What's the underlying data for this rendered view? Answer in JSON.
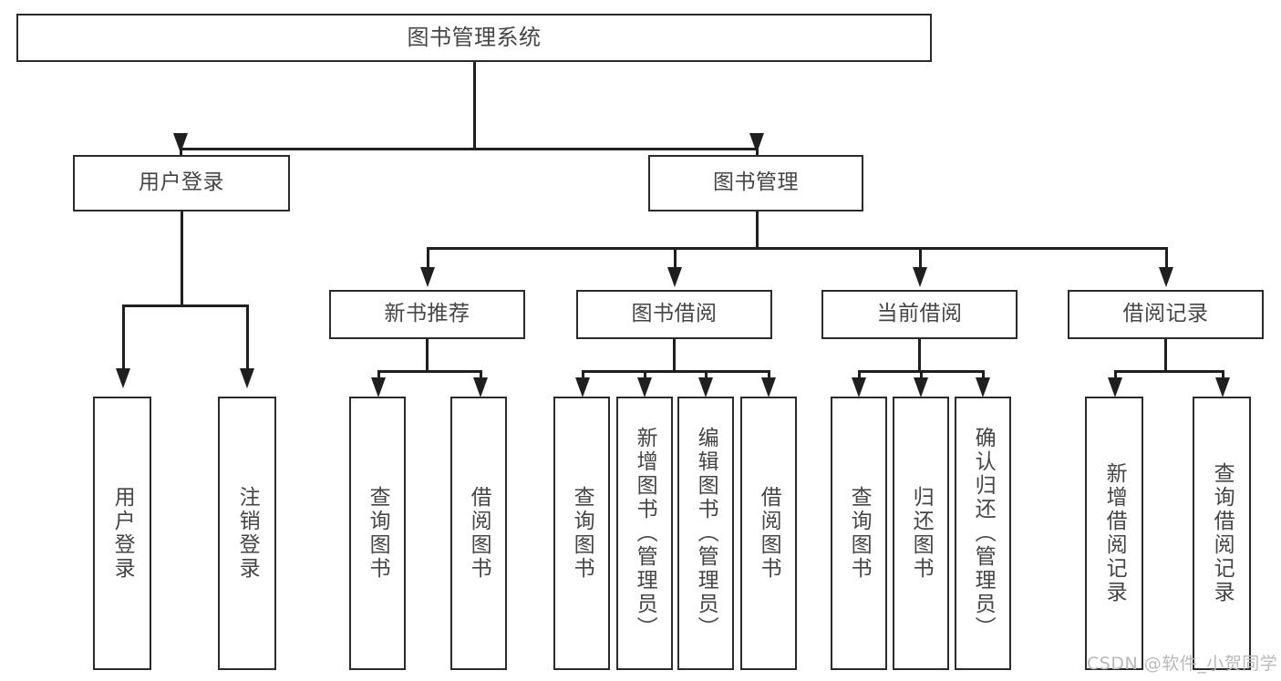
{
  "diagram": {
    "type": "tree",
    "title": "图书管理系统",
    "root": {
      "label": "图书管理系统"
    },
    "level1": [
      {
        "label": "用户登录"
      },
      {
        "label": "图书管理"
      }
    ],
    "level2": [
      {
        "label": "新书推荐"
      },
      {
        "label": "图书借阅"
      },
      {
        "label": "当前借阅"
      },
      {
        "label": "借阅记录"
      }
    ],
    "leaves": {
      "user_login": [
        {
          "label": "用户登录"
        },
        {
          "label": "注销登录"
        }
      ],
      "new_book_recommend": [
        {
          "label": "查询图书"
        },
        {
          "label": "借阅图书"
        }
      ],
      "book_borrow": [
        {
          "label": "查询图书"
        },
        {
          "label": "新增图书（管理员）"
        },
        {
          "label": "编辑图书（管理员）"
        },
        {
          "label": "借阅图书"
        }
      ],
      "current_borrow": [
        {
          "label": "查询图书"
        },
        {
          "label": "归还图书"
        },
        {
          "label": "确认归还（管理员）"
        }
      ],
      "borrow_record": [
        {
          "label": "新增借阅记录"
        },
        {
          "label": "查询借阅记录"
        }
      ]
    },
    "watermark": "CSDN @软件_小贺同学",
    "colors": {
      "border": "#2b2b2b",
      "line": "#1f1f1f",
      "text": "#454545",
      "background": "#ffffff",
      "watermark": "#b9b9b9"
    }
  }
}
